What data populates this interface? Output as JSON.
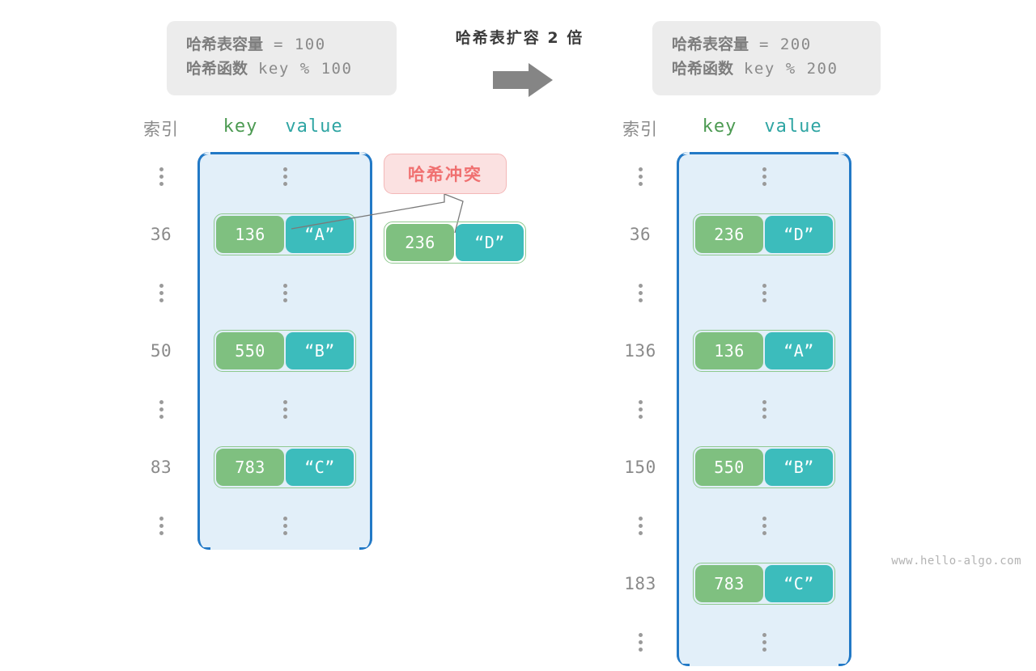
{
  "transition": {
    "label": "哈希表扩容 2 倍",
    "arrow_icon": "right-arrow-icon",
    "arrow_color": "#858585"
  },
  "info_left": {
    "capacity_label": "哈希表容量",
    "capacity_expr": "= 100",
    "function_label": "哈希函数",
    "function_expr": "key % 100"
  },
  "info_right": {
    "capacity_label": "哈希表容量",
    "capacity_expr": "= 200",
    "function_label": "哈希函数",
    "function_expr": "key % 200"
  },
  "headers": {
    "index": "索引",
    "key": "key",
    "value": "value"
  },
  "collision": {
    "badge": "哈希冲突",
    "entry": {
      "key": "236",
      "value": "“D”"
    }
  },
  "watermark": "www.hello-algo.com",
  "colors": {
    "key_pill": "#7fc080",
    "value_pill": "#3cbcbc",
    "bucket_fill": "#e2eff9",
    "bucket_border": "#2279c6",
    "collision_text": "#f07070",
    "collision_fill": "#fbe1e1",
    "index_text": "#8a8a8a",
    "key_header": "#4c9a52",
    "value_header": "#2fa5a3"
  },
  "table_left": {
    "rows": [
      {
        "index": "⋮",
        "type": "ellipsis"
      },
      {
        "index": "36",
        "type": "entry",
        "key": "136",
        "value": "“A”"
      },
      {
        "index": "⋮",
        "type": "ellipsis"
      },
      {
        "index": "50",
        "type": "entry",
        "key": "550",
        "value": "“B”"
      },
      {
        "index": "⋮",
        "type": "ellipsis"
      },
      {
        "index": "83",
        "type": "entry",
        "key": "783",
        "value": "“C”"
      },
      {
        "index": "⋮",
        "type": "ellipsis"
      }
    ]
  },
  "table_right": {
    "rows": [
      {
        "index": "⋮",
        "type": "ellipsis"
      },
      {
        "index": "36",
        "type": "entry",
        "key": "236",
        "value": "“D”"
      },
      {
        "index": "⋮",
        "type": "ellipsis"
      },
      {
        "index": "136",
        "type": "entry",
        "key": "136",
        "value": "“A”"
      },
      {
        "index": "⋮",
        "type": "ellipsis"
      },
      {
        "index": "150",
        "type": "entry",
        "key": "550",
        "value": "“B”"
      },
      {
        "index": "⋮",
        "type": "ellipsis"
      },
      {
        "index": "183",
        "type": "entry",
        "key": "783",
        "value": "“C”"
      },
      {
        "index": "⋮",
        "type": "ellipsis"
      }
    ]
  }
}
